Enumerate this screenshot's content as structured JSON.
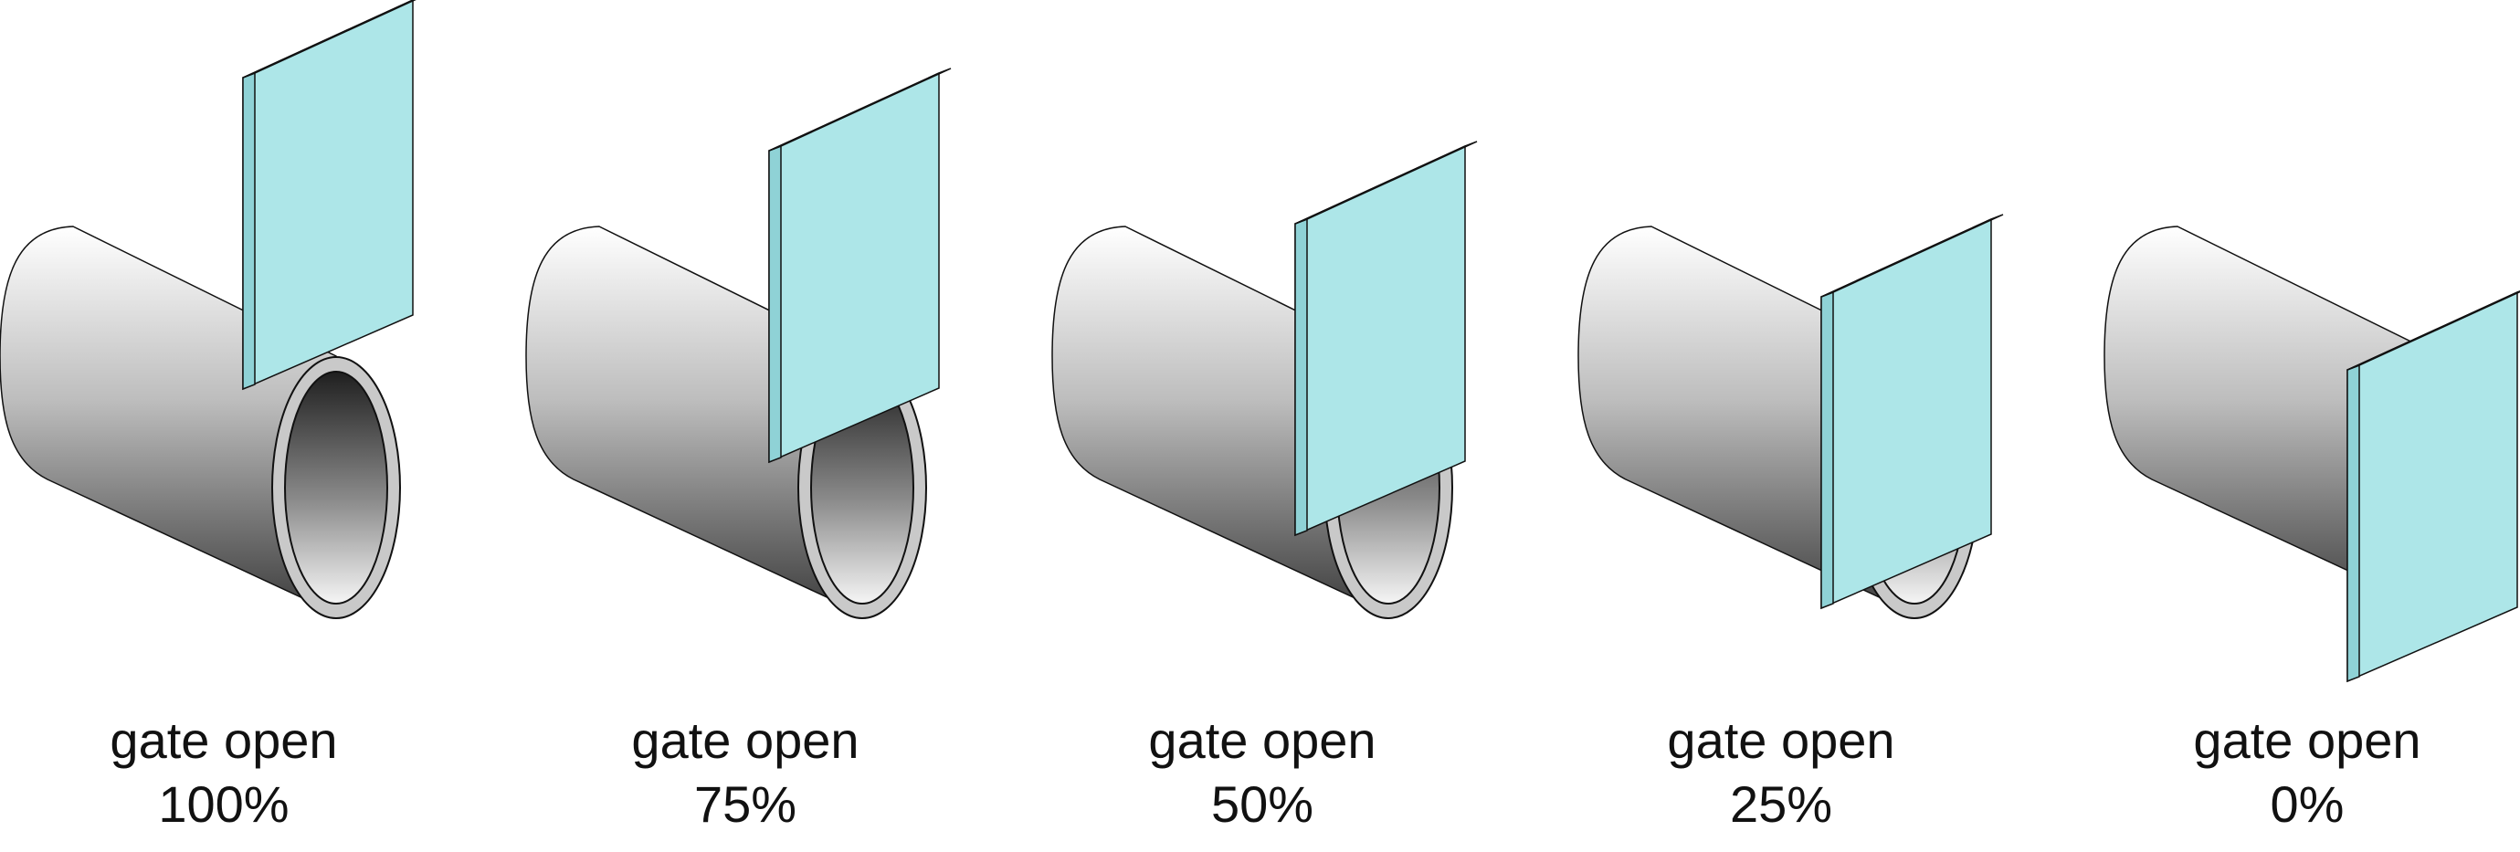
{
  "figure": {
    "panels": [
      {
        "label": "gate open",
        "percent": "100%",
        "open_fraction": 1.0
      },
      {
        "label": "gate open",
        "percent": "75%",
        "open_fraction": 0.75
      },
      {
        "label": "gate open",
        "percent": "50%",
        "open_fraction": 0.5
      },
      {
        "label": "gate open",
        "percent": "25%",
        "open_fraction": 0.25
      },
      {
        "label": "gate open",
        "percent": "0%",
        "open_fraction": 0.0
      }
    ]
  },
  "colors": {
    "gate_face": "#ade6e8",
    "gate_edge": "#8fd2d6",
    "pipe_light": "#ffffff",
    "pipe_dark": "#3d3d3d",
    "pipe_rim": "#c9c9c9",
    "outline": "#111111"
  }
}
